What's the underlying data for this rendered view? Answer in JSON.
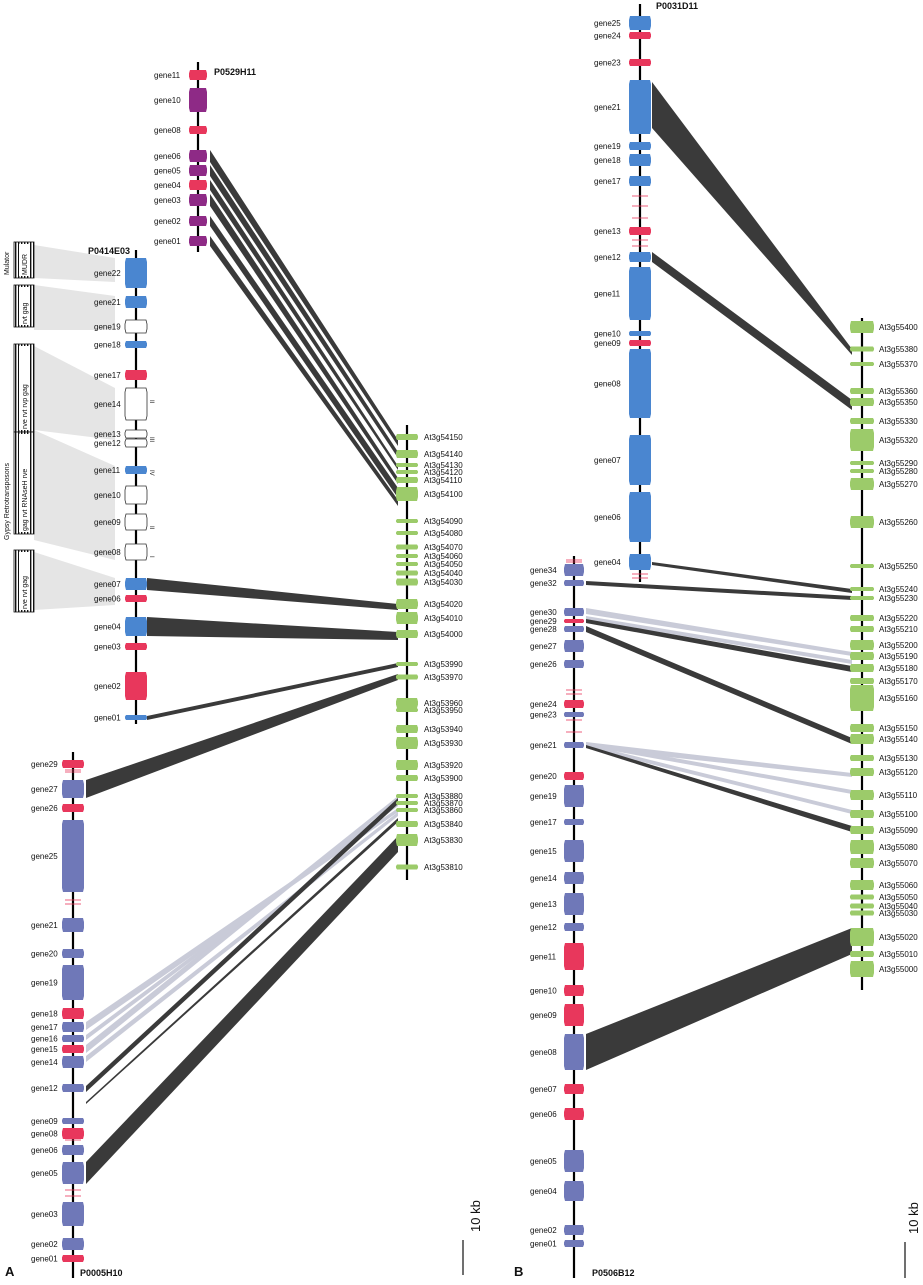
{
  "colors": {
    "blue": "#4a86d0",
    "slate": "#6f78b8",
    "red": "#e8375c",
    "purple": "#8e2a86",
    "green": "#9ccb6a",
    "white": "#ffffff",
    "dark_link": "#3a3a3a",
    "light_link": "#c9cbd8",
    "shadow": "#e5e5e5"
  },
  "panels": {
    "a_letter": "A",
    "b_letter": "B"
  },
  "bacs": {
    "p0529h11": {
      "name": "P0529H11",
      "genes": [
        {
          "label": "gene11",
          "kind": "red"
        },
        {
          "label": "gene10",
          "kind": "purple"
        },
        {
          "label": "gene08",
          "kind": "red"
        },
        {
          "label": "gene06",
          "kind": "purple"
        },
        {
          "label": "gene05",
          "kind": "purple"
        },
        {
          "label": "gene04",
          "kind": "red"
        },
        {
          "label": "gene03",
          "kind": "purple"
        },
        {
          "label": "gene02",
          "kind": "purple"
        },
        {
          "label": "gene01",
          "kind": "purple"
        }
      ]
    },
    "p0414e03": {
      "name": "P0414E03",
      "genes": [
        {
          "label": "gene22",
          "kind": "blue"
        },
        {
          "label": "gene21",
          "kind": "blue"
        },
        {
          "label": "gene19",
          "kind": "white"
        },
        {
          "label": "gene18",
          "kind": "blue"
        },
        {
          "label": "gene17",
          "kind": "red"
        },
        {
          "label": "gene14",
          "kind": "white"
        },
        {
          "label": "gene13",
          "kind": "white"
        },
        {
          "label": "gene12",
          "kind": "white"
        },
        {
          "label": "gene11",
          "kind": "blue"
        },
        {
          "label": "gene10",
          "kind": "white"
        },
        {
          "label": "gene09",
          "kind": "white"
        },
        {
          "label": "gene08",
          "kind": "white"
        },
        {
          "label": "gene07",
          "kind": "blue"
        },
        {
          "label": "gene06",
          "kind": "red"
        },
        {
          "label": "gene04",
          "kind": "blue"
        },
        {
          "label": "gene03",
          "kind": "red"
        },
        {
          "label": "gene02",
          "kind": "red"
        },
        {
          "label": "gene01",
          "kind": "blue"
        }
      ],
      "te_boxes": [
        {
          "group": "Mulator",
          "text": "MUDR"
        },
        {
          "group": "",
          "text": "rvt gag"
        },
        {
          "group": "",
          "text": "rve rvt rvp gag"
        },
        {
          "group": "Gypsy Retrotransposons",
          "text": "gag rvt RNAseH rve"
        },
        {
          "group": "",
          "text": "rve rvt gag"
        }
      ],
      "roman_marks": [
        "II",
        "III",
        "IV",
        "II",
        "I"
      ]
    },
    "p0005h10": {
      "name": "P0005H10",
      "genes": [
        {
          "label": "gene29",
          "kind": "red"
        },
        {
          "label": "gene27",
          "kind": "slate"
        },
        {
          "label": "gene26",
          "kind": "red"
        },
        {
          "label": "gene25",
          "kind": "slate"
        },
        {
          "label": "gene21",
          "kind": "slate"
        },
        {
          "label": "gene20",
          "kind": "slate"
        },
        {
          "label": "gene19",
          "kind": "slate"
        },
        {
          "label": "gene18",
          "kind": "red"
        },
        {
          "label": "gene17",
          "kind": "slate"
        },
        {
          "label": "gene16",
          "kind": "slate"
        },
        {
          "label": "gene15",
          "kind": "red"
        },
        {
          "label": "gene14",
          "kind": "slate"
        },
        {
          "label": "gene12",
          "kind": "slate"
        },
        {
          "label": "gene09",
          "kind": "slate"
        },
        {
          "label": "gene08",
          "kind": "red"
        },
        {
          "label": "gene06",
          "kind": "slate"
        },
        {
          "label": "gene05",
          "kind": "slate"
        },
        {
          "label": "gene03",
          "kind": "slate"
        },
        {
          "label": "gene02",
          "kind": "slate"
        },
        {
          "label": "gene01",
          "kind": "red"
        }
      ]
    },
    "p0031d11": {
      "name": "P0031D11",
      "genes": [
        {
          "label": "gene25",
          "kind": "blue"
        },
        {
          "label": "gene24",
          "kind": "red"
        },
        {
          "label": "gene23",
          "kind": "red"
        },
        {
          "label": "gene21",
          "kind": "blue"
        },
        {
          "label": "gene19",
          "kind": "blue"
        },
        {
          "label": "gene18",
          "kind": "blue"
        },
        {
          "label": "gene17",
          "kind": "blue"
        },
        {
          "label": "gene13",
          "kind": "red"
        },
        {
          "label": "gene12",
          "kind": "blue"
        },
        {
          "label": "gene11",
          "kind": "blue"
        },
        {
          "label": "gene10",
          "kind": "blue"
        },
        {
          "label": "gene09",
          "kind": "red"
        },
        {
          "label": "gene08",
          "kind": "blue"
        },
        {
          "label": "gene07",
          "kind": "blue"
        },
        {
          "label": "gene06",
          "kind": "blue"
        },
        {
          "label": "gene04",
          "kind": "blue"
        }
      ]
    },
    "p0506b12": {
      "name": "P0506B12",
      "genes": [
        {
          "label": "gene34",
          "kind": "slate"
        },
        {
          "label": "gene32",
          "kind": "slate"
        },
        {
          "label": "gene30",
          "kind": "slate"
        },
        {
          "label": "gene29",
          "kind": "red"
        },
        {
          "label": "gene28",
          "kind": "slate"
        },
        {
          "label": "gene27",
          "kind": "slate"
        },
        {
          "label": "gene26",
          "kind": "slate"
        },
        {
          "label": "gene24",
          "kind": "red"
        },
        {
          "label": "gene23",
          "kind": "slate"
        },
        {
          "label": "gene21",
          "kind": "slate"
        },
        {
          "label": "gene20",
          "kind": "red"
        },
        {
          "label": "gene19",
          "kind": "slate"
        },
        {
          "label": "gene17",
          "kind": "slate"
        },
        {
          "label": "gene15",
          "kind": "slate"
        },
        {
          "label": "gene14",
          "kind": "slate"
        },
        {
          "label": "gene13",
          "kind": "slate"
        },
        {
          "label": "gene12",
          "kind": "slate"
        },
        {
          "label": "gene11",
          "kind": "red"
        },
        {
          "label": "gene10",
          "kind": "red"
        },
        {
          "label": "gene09",
          "kind": "red"
        },
        {
          "label": "gene08",
          "kind": "slate"
        },
        {
          "label": "gene07",
          "kind": "red"
        },
        {
          "label": "gene06",
          "kind": "red"
        },
        {
          "label": "gene05",
          "kind": "slate"
        },
        {
          "label": "gene04",
          "kind": "slate"
        },
        {
          "label": "gene02",
          "kind": "slate"
        },
        {
          "label": "gene01",
          "kind": "slate"
        }
      ]
    }
  },
  "arabidopsis_a": {
    "genes": [
      "At3g54150",
      "At3g54140",
      "At3g54130",
      "At3g54120",
      "At3g54110",
      "At3g54100",
      "At3g54090",
      "At3g54080",
      "At3g54070",
      "At3g54060",
      "At3g54050",
      "At3g54040",
      "At3g54030",
      "At3g54020",
      "At3g54010",
      "At3g54000",
      "At3g53990",
      "At3g53970",
      "At3g53960",
      "At3g53950",
      "At3g53940",
      "At3g53930",
      "At3g53920",
      "At3g53900",
      "At3g53880",
      "At3g53870",
      "At3g53860",
      "At3g53840",
      "At3g53830",
      "At3g53810"
    ]
  },
  "arabidopsis_b": {
    "genes": [
      "At3g55400",
      "At3g55380",
      "At3g55370",
      "At3g55360",
      "At3g55350",
      "At3g55330",
      "At3g55320",
      "At3g55290",
      "At3g55280",
      "At3g55270",
      "At3g55260",
      "At3g55250",
      "At3g55240",
      "At3g55230",
      "At3g55220",
      "At3g55210",
      "At3g55200",
      "At3g55190",
      "At3g55180",
      "At3g55170",
      "At3g55160",
      "At3g55150",
      "At3g55140",
      "At3g55130",
      "At3g55120",
      "At3g55110",
      "At3g55100",
      "At3g55090",
      "At3g55080",
      "At3g55070",
      "At3g55060",
      "At3g55050",
      "At3g55040",
      "At3g55030",
      "At3g55020",
      "At3g55010",
      "At3g55000"
    ]
  },
  "scale_a": "10 kb",
  "scale_b": "10 kb"
}
